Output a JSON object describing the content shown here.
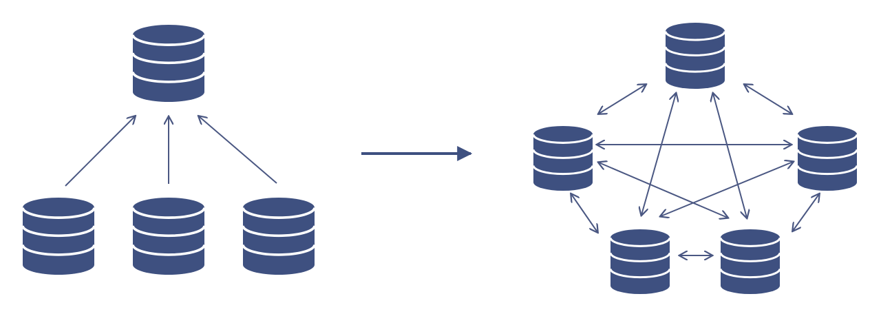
{
  "colors": {
    "db_fill": "#3e5080",
    "edge": "#4a5782",
    "band": "#ffffff",
    "background": "#ffffff"
  },
  "icons": {
    "database": "database-icon",
    "transition": "right-arrow-icon"
  },
  "left_diagram": {
    "topology": "centralized",
    "nodes": [
      {
        "id": "central"
      },
      {
        "id": "client-1"
      },
      {
        "id": "client-2"
      },
      {
        "id": "client-3"
      }
    ],
    "edges": [
      {
        "from": "client-1",
        "to": "central",
        "style": "single"
      },
      {
        "from": "client-2",
        "to": "central",
        "style": "single"
      },
      {
        "from": "client-3",
        "to": "central",
        "style": "single"
      }
    ]
  },
  "right_diagram": {
    "topology": "decentralized",
    "nodes": [
      {
        "id": "top"
      },
      {
        "id": "right"
      },
      {
        "id": "bottom-right"
      },
      {
        "id": "bottom-left"
      },
      {
        "id": "left"
      }
    ],
    "edges": [
      {
        "from": "left",
        "to": "top",
        "style": "double"
      },
      {
        "from": "top",
        "to": "right",
        "style": "double"
      },
      {
        "from": "left",
        "to": "bottom-left",
        "style": "double"
      },
      {
        "from": "bottom-left",
        "to": "bottom-right",
        "style": "double"
      },
      {
        "from": "bottom-right",
        "to": "right",
        "style": "double"
      },
      {
        "from": "left",
        "to": "right",
        "style": "double"
      },
      {
        "from": "top",
        "to": "bottom-left",
        "style": "double"
      },
      {
        "from": "top",
        "to": "bottom-right",
        "style": "double"
      },
      {
        "from": "left",
        "to": "bottom-right",
        "style": "double"
      },
      {
        "from": "right",
        "to": "bottom-left",
        "style": "double"
      }
    ]
  }
}
